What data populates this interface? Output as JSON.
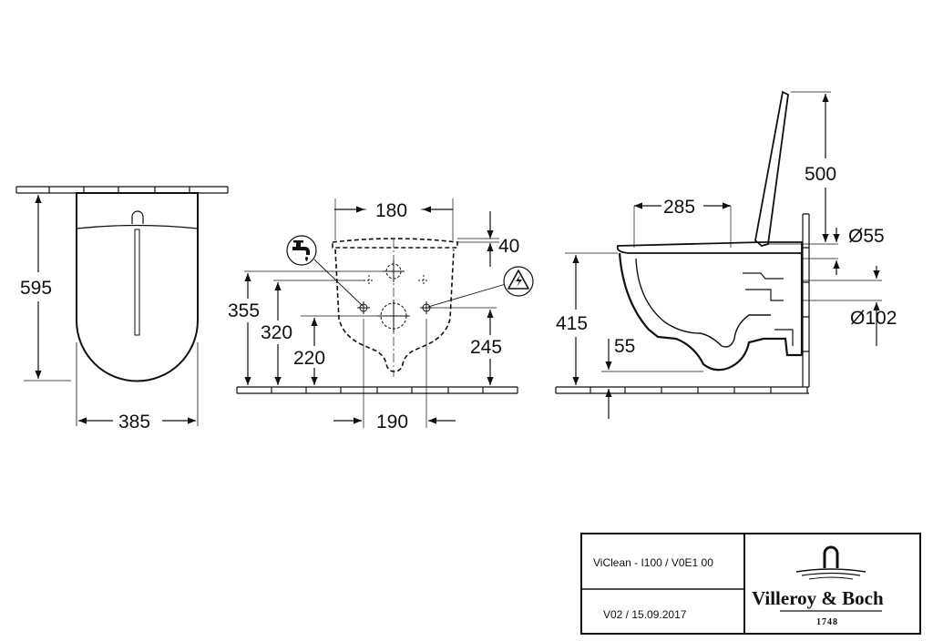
{
  "top_view": {
    "depth": "595",
    "width": "385"
  },
  "front_view": {
    "top_spacing": "180",
    "offset_top": "40",
    "height_355": "355",
    "height_320": "320",
    "height_220": "220",
    "height_245": "245",
    "bottom_spacing": "190"
  },
  "side_view": {
    "projection": "285",
    "lid_height": "500",
    "seat_height": "415",
    "outlet_height": "55",
    "inlet_diameter": "Ø55",
    "outlet_diameter": "Ø102"
  },
  "title_block": {
    "product": "ViClean - I100 / V0E1 00",
    "version": "V02 / 15.09.2017",
    "brand": "Villeroy & Boch",
    "year": "1748"
  },
  "icons": [
    "water-tap-icon",
    "electrical-hazard-icon",
    "villeroy-boch-logo-icon"
  ]
}
